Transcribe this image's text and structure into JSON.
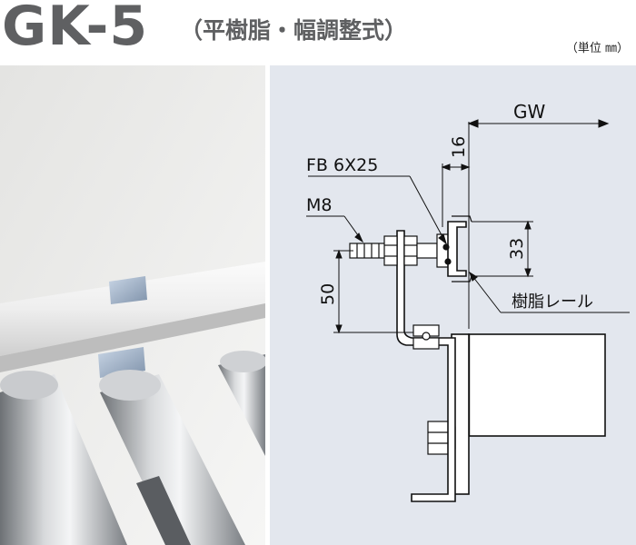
{
  "title": {
    "model": "GK-5",
    "description": "（平樹脂・幅調整式）",
    "unit_note": "（単位 ㎜）"
  },
  "drawing": {
    "labels": {
      "gw": "GW",
      "dim_16": "16",
      "fastener": "FB 6X25",
      "bolt": "M8",
      "dim_33": "33",
      "dim_50": "50",
      "rail": "樹脂レール"
    }
  },
  "colors": {
    "title_gray": "#5f6062",
    "drawing_bg": "#e3e7ee",
    "line": "#111111"
  }
}
